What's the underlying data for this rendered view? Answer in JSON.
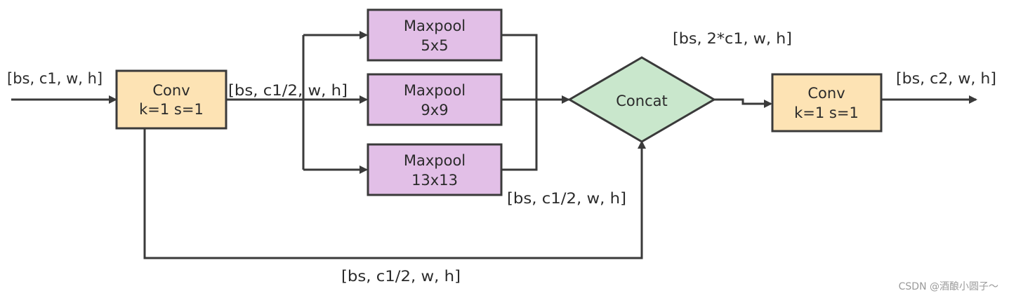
{
  "colors": {
    "conv_fill": "#fde3b4",
    "maxpool_fill": "#e2bfe7",
    "concat_fill": "#c9e7cc",
    "stroke": "#3a3a3a"
  },
  "nodes": {
    "conv_in": {
      "line1": "Conv",
      "line2": "k=1 s=1"
    },
    "maxpool_5": {
      "line1": "Maxpool",
      "line2": "5x5"
    },
    "maxpool_9": {
      "line1": "Maxpool",
      "line2": "9x9"
    },
    "maxpool_13": {
      "line1": "Maxpool",
      "line2": "13x13"
    },
    "concat": {
      "label": "Concat"
    },
    "conv_out": {
      "line1": "Conv",
      "line2": "k=1 s=1"
    }
  },
  "labels": {
    "input": "[bs, c1, w, h]",
    "after_conv": "[bs, c1/2,  w, h]",
    "pool_out": "[bs, c1/2,  w, h]",
    "skip": "[bs, c1/2,  w, h]",
    "concat_out": "[bs, 2*c1,  w, h]",
    "output": "[bs, c2,  w, h]"
  },
  "watermark": "CSDN @酒酿小圆子～"
}
